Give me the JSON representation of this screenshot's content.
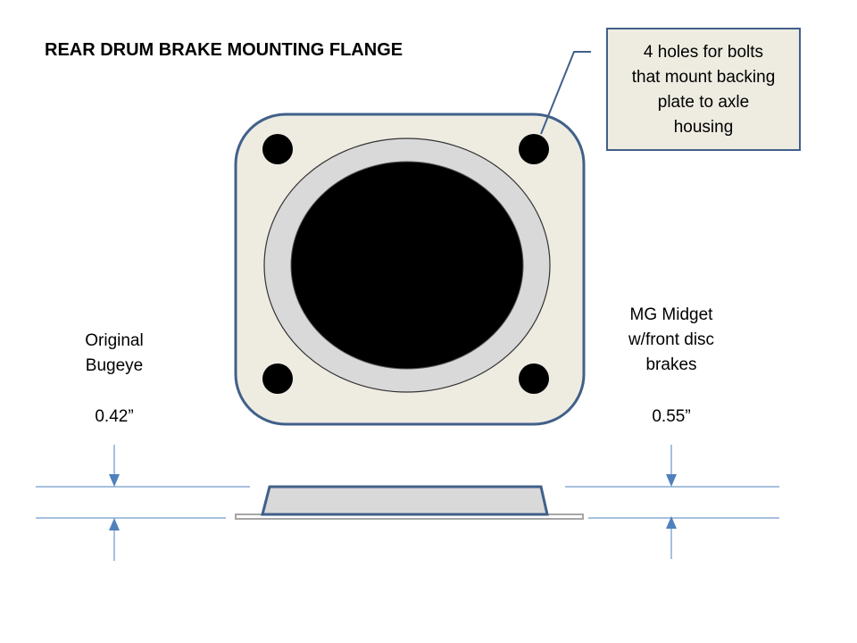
{
  "title": "REAR DRUM BRAKE  MOUNTING FLANGE",
  "callout": {
    "lines": [
      "4 holes for bolts",
      "that mount backing",
      "plate to axle",
      "housing"
    ]
  },
  "left_label": {
    "lines": [
      "Original",
      "Bugeye"
    ],
    "measurement": "0.42”"
  },
  "right_label": {
    "lines": [
      "MG Midget",
      "w/front disc",
      "brakes"
    ],
    "measurement": "0.55”"
  },
  "colors": {
    "flange_fill": "#EEECE1",
    "outline": "#41608A",
    "ring": "#D9D9D9",
    "dimension": "#4F81BD"
  }
}
